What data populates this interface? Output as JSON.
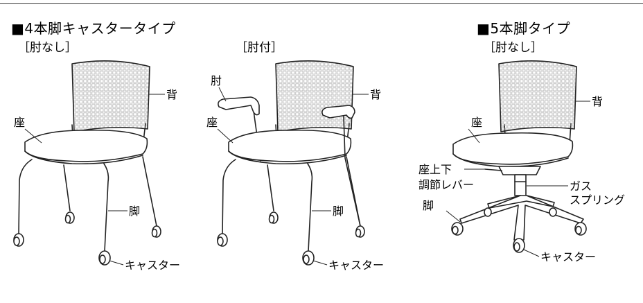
{
  "sections": [
    {
      "heading": "■4本脚キャスタータイプ",
      "sub": "［肘なし］"
    },
    {
      "sub": "［肘付］"
    },
    {
      "heading": "■5本脚タイプ",
      "sub": "［肘なし］"
    }
  ],
  "labels": {
    "chair1": {
      "back": "背",
      "seat": "座",
      "leg": "脚",
      "caster": "キャスター"
    },
    "chair2": {
      "arm": "肘",
      "back": "背",
      "seat": "座",
      "leg": "脚",
      "caster": "キャスター"
    },
    "chair3": {
      "back": "背",
      "seat": "座",
      "lever_line1": "座上下",
      "lever_line2": "調節レバー",
      "gas_line1": "ガス",
      "gas_line2": "スプリング",
      "leg": "脚",
      "caster": "キャスター"
    }
  }
}
